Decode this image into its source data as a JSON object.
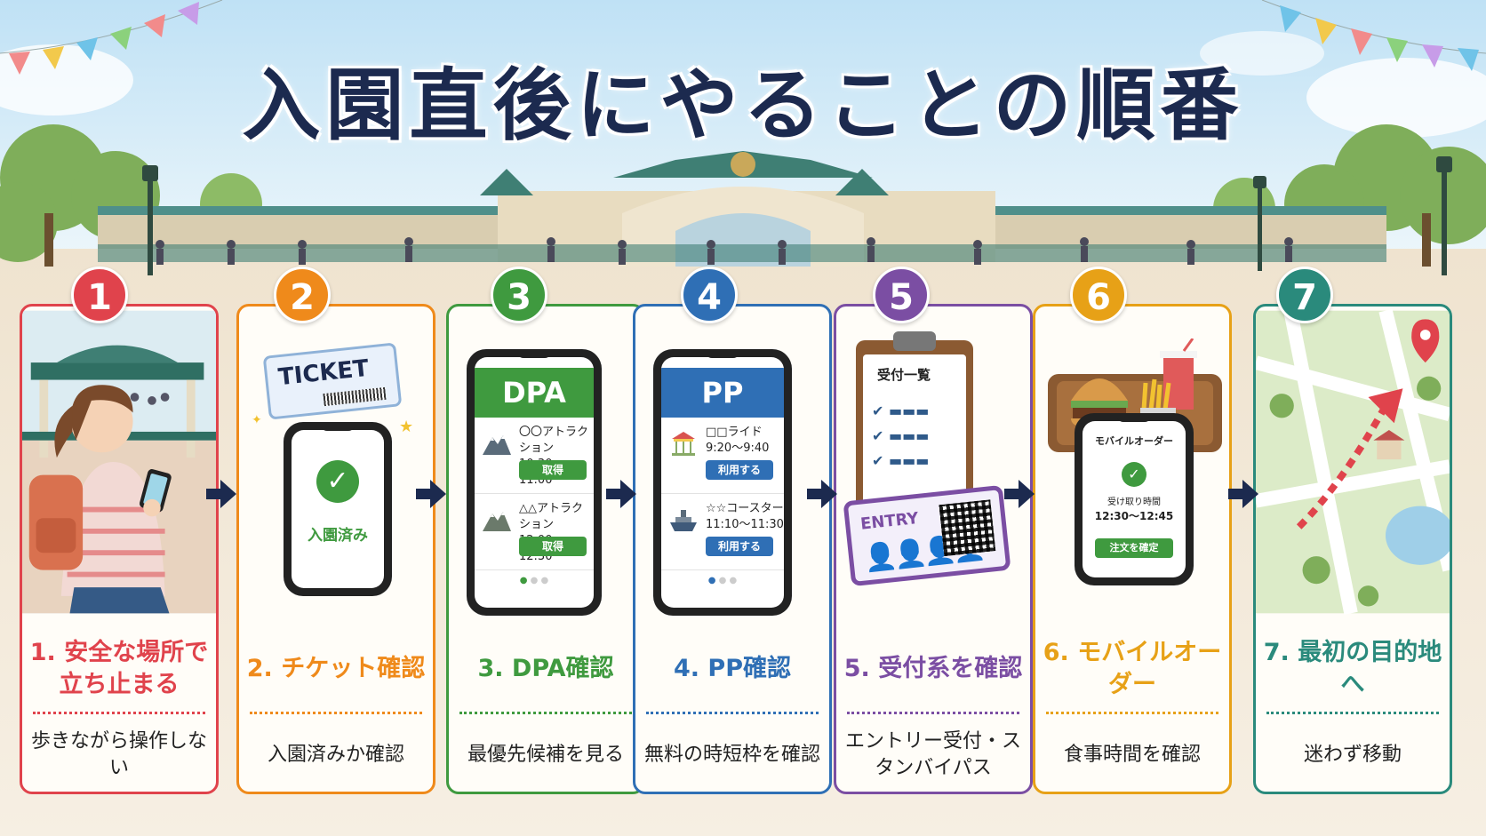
{
  "title": "入園直後にやることの順番",
  "colors": {
    "step1": "#e0434c",
    "step2": "#ef8a1b",
    "step3": "#3f9a3f",
    "step4": "#2f6fb5",
    "step5": "#7b4ea3",
    "step6": "#e7a117",
    "step7": "#2a8a7c",
    "navy": "#1c2a4f"
  },
  "steps": [
    {
      "num": "1",
      "label": "1. 安全な場所で立ち止まる",
      "desc": "歩きながら操作しない"
    },
    {
      "num": "2",
      "label": "2. チケット確認",
      "desc": "入園済みか確認",
      "ticket": "TICKET",
      "screen": "入園済み"
    },
    {
      "num": "3",
      "label": "3. DPA確認",
      "desc": "最優先候補を見る",
      "header": "DPA",
      "items": [
        {
          "name": "〇〇アトラクション",
          "time": "10:30〜11:00",
          "button": "取得"
        },
        {
          "name": "△△アトラクション",
          "time": "12:00〜12:30",
          "button": "取得"
        }
      ]
    },
    {
      "num": "4",
      "label": "4. PP確認",
      "desc": "無料の時短枠を確認",
      "header": "PP",
      "items": [
        {
          "name": "□□ライド",
          "time": "9:20〜9:40",
          "button": "利用する"
        },
        {
          "name": "☆☆コースター",
          "time": "11:10〜11:30",
          "button": "利用する"
        }
      ]
    },
    {
      "num": "5",
      "label": "5. 受付系を確認",
      "desc": "エントリー受付・スタンバイパス",
      "clipboard": "受付一覧",
      "entry": "ENTRY"
    },
    {
      "num": "6",
      "label": "6. モバイルオーダー",
      "desc": "食事時間を確認",
      "screen_title": "モバイルオーダー",
      "pickup_label": "受け取り時間",
      "pickup_time": "12:30〜12:45",
      "button": "注文を確定"
    },
    {
      "num": "7",
      "label": "7. 最初の目的地へ",
      "desc": "迷わず移動"
    }
  ]
}
